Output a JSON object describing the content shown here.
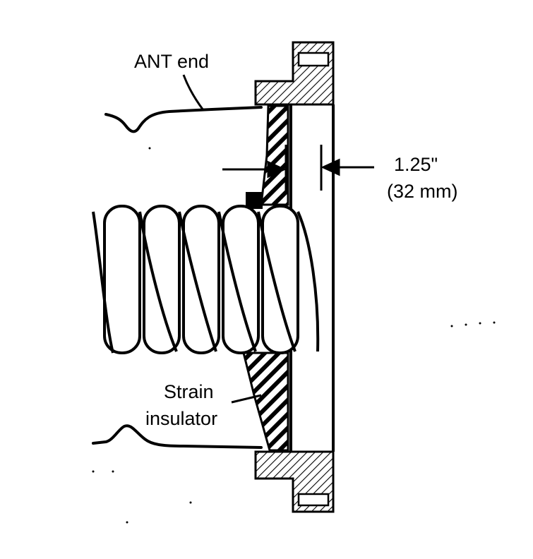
{
  "labels": {
    "ant_end": "ANT end",
    "dimension_in": "1.25\"",
    "dimension_mm": "(32 mm)",
    "strain_line1": "Strain",
    "strain_line2": "insulator"
  },
  "colors": {
    "ink": "#000000",
    "paper": "#ffffff"
  }
}
